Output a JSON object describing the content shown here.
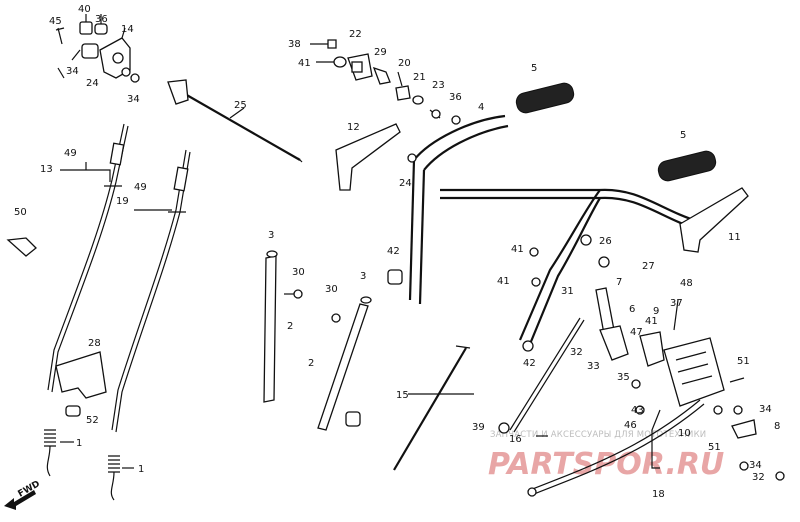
{
  "callouts": [
    "45",
    "40",
    "36",
    "14",
    "34",
    "24",
    "34",
    "38",
    "41",
    "22",
    "29",
    "20",
    "21",
    "23",
    "36",
    "25",
    "4",
    "5",
    "12",
    "24",
    "5",
    "13",
    "49",
    "19",
    "49",
    "50",
    "3",
    "30",
    "42",
    "3",
    "30",
    "2",
    "2",
    "41",
    "26",
    "41",
    "7",
    "27",
    "48",
    "31",
    "6",
    "37",
    "41",
    "47",
    "9",
    "32",
    "33",
    "42",
    "35",
    "51",
    "28",
    "52",
    "1",
    "1",
    "15",
    "39",
    "16",
    "43",
    "46",
    "10",
    "34",
    "8",
    "51",
    "34",
    "32",
    "18",
    "11"
  ],
  "fwd_label": "FWD",
  "watermark": {
    "subtitle": "ЗАПЧАСТИ И АКСЕССУАРЫ ДЛЯ МОТОТЕХНИКИ",
    "title": "PARTSPOR.RU"
  },
  "colors": {
    "line": "#111111",
    "watermark_main": "#e8a6a6",
    "watermark_sub": "#bdbdbd",
    "background": "#ffffff"
  }
}
